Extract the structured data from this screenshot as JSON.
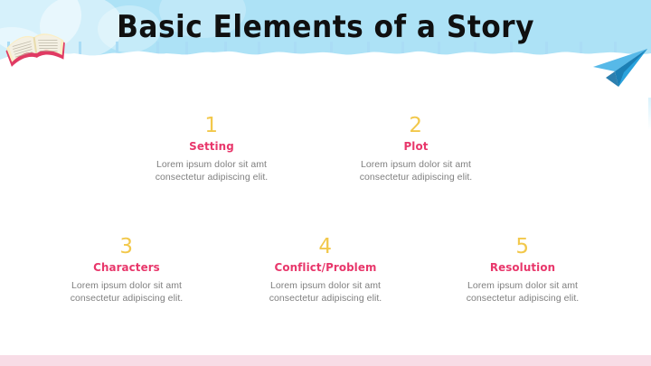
{
  "slide": {
    "title": "Basic Elements of a Story",
    "background_color": "#ffffff",
    "header_color": "#ade2f6",
    "footer_color": "#f8dce6",
    "number_color": "#f2c84b",
    "heading_color": "#e8376b",
    "body_color": "#808080"
  },
  "decorations": {
    "book": "open-book-icon",
    "plane": "paper-airplane-icon",
    "clouds": "cloud-shapes",
    "border": "hanging-pins-border"
  },
  "items": [
    {
      "number": "1",
      "name": "Setting",
      "desc_line1": "Lorem ipsum dolor sit amt",
      "desc_line2": "consectetur adipiscing elit."
    },
    {
      "number": "2",
      "name": "Plot",
      "desc_line1": "Lorem ipsum dolor sit amt",
      "desc_line2": "consectetur adipiscing elit."
    },
    {
      "number": "3",
      "name": "Characters",
      "desc_line1": "Lorem ipsum dolor sit amt",
      "desc_line2": "consectetur adipiscing elit."
    },
    {
      "number": "4",
      "name": "Conflict/Problem",
      "desc_line1": "Lorem ipsum dolor sit amt",
      "desc_line2": "consectetur adipiscing elit."
    },
    {
      "number": "5",
      "name": "Resolution",
      "desc_line1": "Lorem ipsum dolor sit amt",
      "desc_line2": "consectetur adipiscing elit."
    }
  ]
}
